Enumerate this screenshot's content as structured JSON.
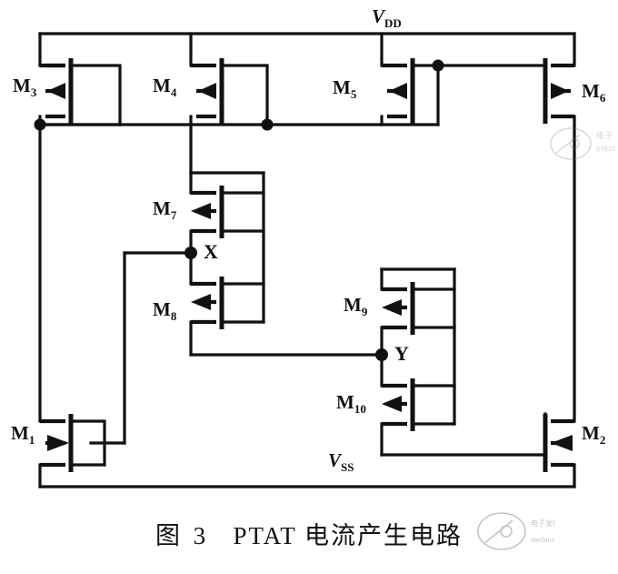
{
  "figure": {
    "caption_prefix": "图 3",
    "caption_text": "PTAT 电流产生电路",
    "type": "circuit-schematic"
  },
  "rails": {
    "vdd": {
      "symbol": "V",
      "subscript": "DD"
    },
    "vss": {
      "symbol": "V",
      "subscript": "SS"
    }
  },
  "transistors": [
    {
      "id": "M1",
      "label": "M",
      "subscript": "1",
      "channel": "nmos",
      "mirrored": false,
      "diode_connected": true
    },
    {
      "id": "M2",
      "label": "M",
      "subscript": "2",
      "channel": "nmos",
      "mirrored": true,
      "diode_connected": false
    },
    {
      "id": "M3",
      "label": "M",
      "subscript": "3",
      "channel": "pmos",
      "mirrored": false,
      "diode_connected": true
    },
    {
      "id": "M4",
      "label": "M",
      "subscript": "4",
      "channel": "pmos",
      "mirrored": false,
      "diode_connected": true
    },
    {
      "id": "M5",
      "label": "M",
      "subscript": "5",
      "channel": "pmos",
      "mirrored": false,
      "diode_connected": false
    },
    {
      "id": "M6",
      "label": "M",
      "subscript": "6",
      "channel": "pmos",
      "mirrored": true,
      "diode_connected": false
    },
    {
      "id": "M7",
      "label": "M",
      "subscript": "7",
      "channel": "pmos",
      "mirrored": false,
      "diode_connected": true
    },
    {
      "id": "M8",
      "label": "M",
      "subscript": "8",
      "channel": "pmos",
      "mirrored": false,
      "diode_connected": true
    },
    {
      "id": "M9",
      "label": "M",
      "subscript": "9",
      "channel": "pmos",
      "mirrored": false,
      "diode_connected": true
    },
    {
      "id": "M10",
      "label": "M",
      "subscript": "10",
      "channel": "pmos",
      "mirrored": false,
      "diode_connected": true
    }
  ],
  "nodes": [
    {
      "id": "X",
      "label": "X"
    },
    {
      "id": "Y",
      "label": "Y"
    }
  ],
  "watermark": {
    "line1": "电子发烧友",
    "line2": "elecfans.com"
  },
  "colors": {
    "ink": "#111111",
    "background": "#ffffff"
  }
}
